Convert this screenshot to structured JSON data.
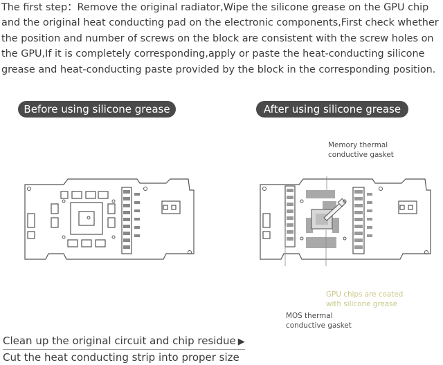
{
  "intro": {
    "text": "The first step：Remove the original radiator,Wipe the silicone grease on the GPU chip and the original heat conducting pad on the electronic components,First check whether the position and number of screws on the block are consistent with the screw holes on the GPU,If it is completely corresponding,apply or paste the heat-conducting silicone grease and heat-conducting paste provided by the block in the corresponding position."
  },
  "panels": {
    "before_label": "Before using silicone grease",
    "after_label": "After using silicone grease"
  },
  "callouts": {
    "memory": "Memory thermal conductive gasket",
    "gpu": "GPU chips are coated with silicone grease",
    "mos": "MOS thermal conductive gasket"
  },
  "steps": {
    "clean": "Clean up the original circuit and chip residue",
    "cut": "Cut the heat conducting strip into proper size"
  },
  "colors": {
    "text": "#3b3b3b",
    "pill_bg": "#4a4a4a",
    "callout_gpu": "#c9c98a",
    "pad_gray": "#a9a9a9"
  }
}
